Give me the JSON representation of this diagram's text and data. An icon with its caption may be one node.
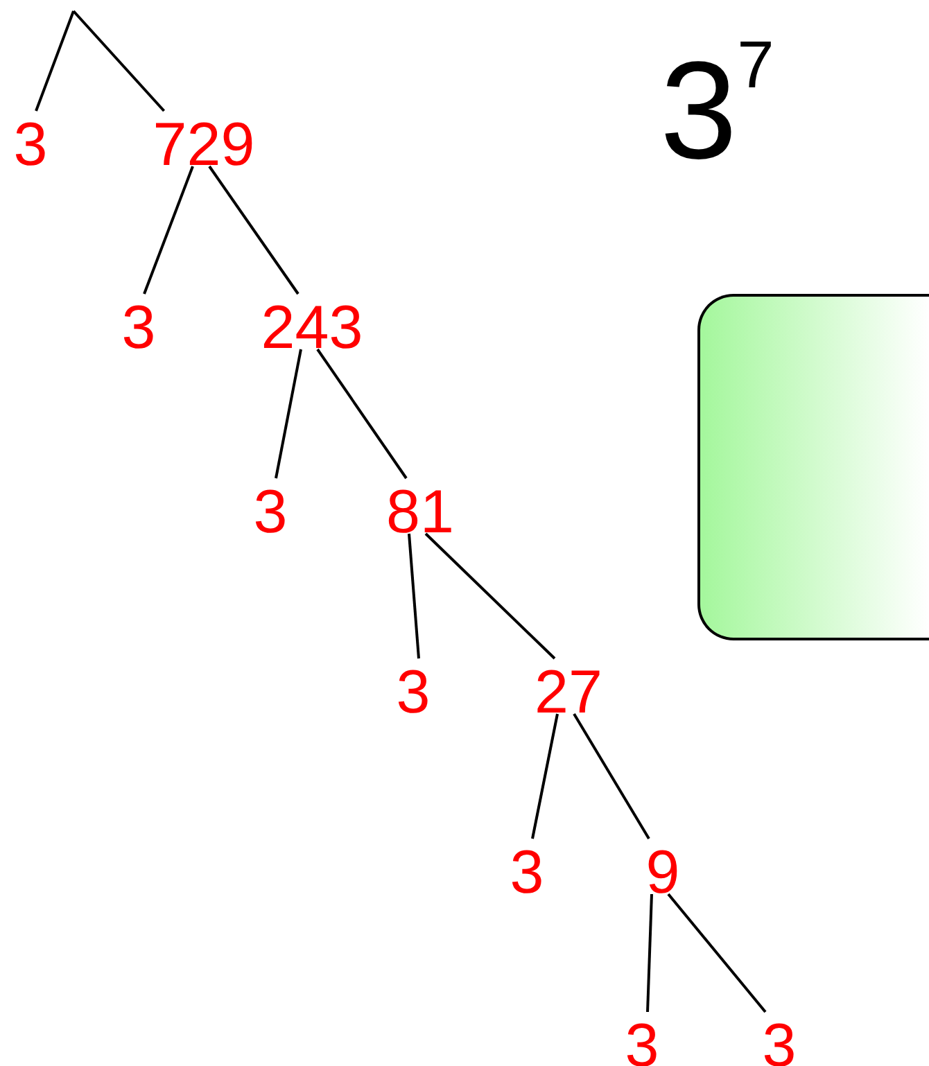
{
  "diagram": {
    "nodes": [
      {
        "text": [
          "3"
        ]
      },
      {
        "text": [
          "729"
        ]
      },
      {
        "text": [
          "3"
        ]
      },
      {
        "text": [
          "243"
        ]
      },
      {
        "text": [
          "3"
        ]
      },
      {
        "text": [
          "81"
        ]
      },
      {
        "text": [
          "3"
        ]
      },
      {
        "text": [
          "27"
        ]
      },
      {
        "text": [
          "3"
        ]
      },
      {
        "text": [
          "9"
        ]
      },
      {
        "text": [
          "3"
        ]
      },
      {
        "text": [
          "3"
        ]
      },
      {
        "text": [],
        "shape": "box"
      }
    ],
    "edges": [
      {
        "from": null,
        "to": 0,
        "arrow": "none"
      },
      {
        "from": null,
        "to": 1,
        "arrow": "none"
      },
      {
        "from": 1,
        "to": 2,
        "arrow": "none"
      },
      {
        "from": 1,
        "to": 3,
        "arrow": "none"
      },
      {
        "from": 3,
        "to": 4,
        "arrow": "none"
      },
      {
        "from": 3,
        "to": 5,
        "arrow": "none"
      },
      {
        "from": 5,
        "to": 6,
        "arrow": "none"
      },
      {
        "from": 5,
        "to": 7,
        "arrow": "none"
      },
      {
        "from": 7,
        "to": 8,
        "arrow": "none"
      },
      {
        "from": 7,
        "to": 9,
        "arrow": "none"
      },
      {
        "from": 9,
        "to": 10,
        "arrow": "none"
      },
      {
        "from": 9,
        "to": 11,
        "arrow": "none"
      }
    ],
    "labels": [
      "3$^{7}$"
    ]
  }
}
